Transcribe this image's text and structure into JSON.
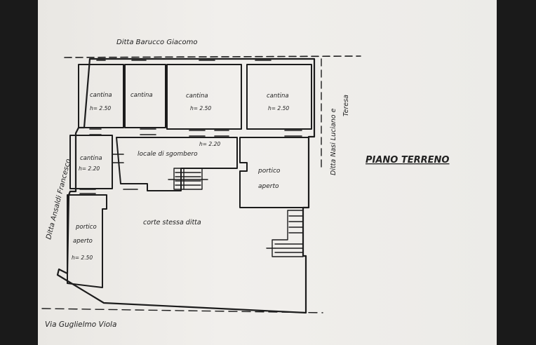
{
  "plan_title": "PIANO TERRENO",
  "neighbours": {
    "top": "Ditta Barucco Giacomo",
    "left": "Ditta Ansaldi Francesco",
    "right_line1": "Ditta Nasi Luciano e",
    "right_line2": "Teresa",
    "bottom": "Via Guglielmo Viola"
  },
  "rooms": {
    "cantina1": {
      "name": "cantina",
      "height": "h= 2.50"
    },
    "cantina2": {
      "name": "cantina"
    },
    "cantina3": {
      "name": "cantina",
      "height": "h= 2.50"
    },
    "cantina4": {
      "name": "cantina",
      "height": "h= 2.50"
    },
    "cantina5": {
      "name": "cantina",
      "height": "h= 2.20"
    },
    "locale": {
      "name": "locale di sgombero",
      "height": "h= 2.20"
    },
    "portico_right": {
      "line1": "portico",
      "line2": "aperto"
    },
    "portico_left": {
      "line1": "portico",
      "line2": "aperto",
      "height": "h= 2.50"
    },
    "corte": {
      "name": "corte stessa ditta"
    }
  },
  "colors": {
    "ink": "#1c1c1c",
    "paper": "#efede9",
    "background": "#1a1a1a"
  }
}
